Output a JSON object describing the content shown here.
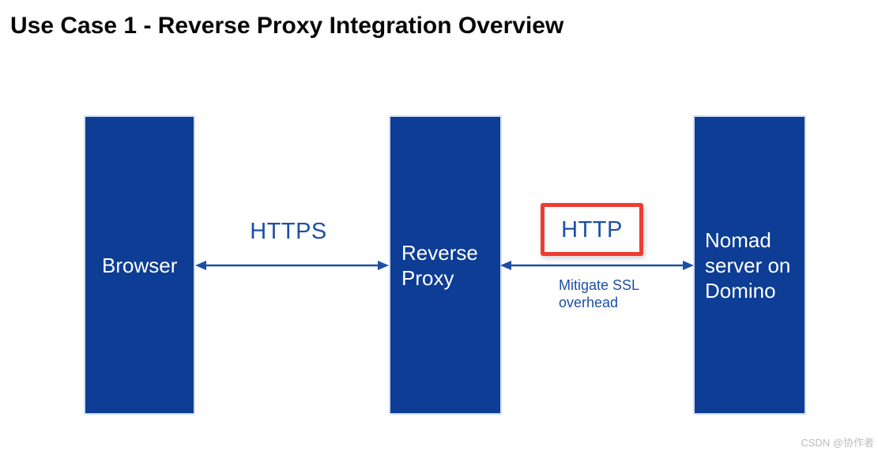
{
  "title": "Use Case 1 - Reverse Proxy Integration Overview",
  "nodes": [
    {
      "label": "Browser"
    },
    {
      "label": "Reverse Proxy"
    },
    {
      "label": "Nomad server on Domino"
    }
  ],
  "connections": [
    {
      "protocol": "HTTPS",
      "note": "",
      "highlighted": false
    },
    {
      "protocol": "HTTP",
      "note": "Mitigate SSL overhead",
      "highlighted": true
    }
  ],
  "colors": {
    "node_fill": "#0d3d94",
    "accent_blue": "#1d4fa6",
    "highlight_red": "#ee3b33"
  },
  "watermark": "CSDN @协作者"
}
